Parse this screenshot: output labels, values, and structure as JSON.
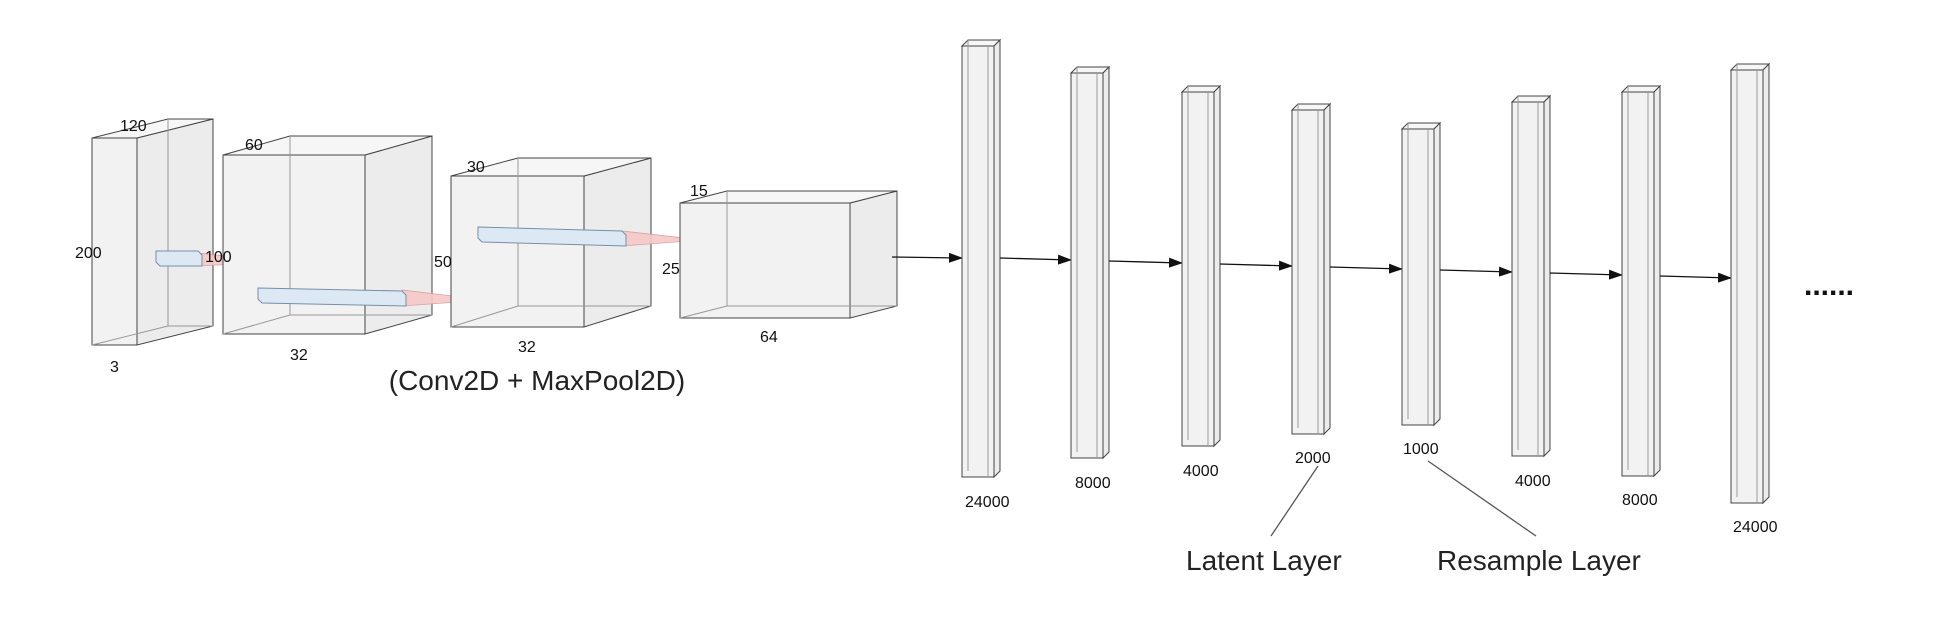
{
  "conv_blocks": [
    {
      "depth": "3",
      "width": "120",
      "height": "200"
    },
    {
      "depth": "32",
      "width": "60",
      "height": "100"
    },
    {
      "depth": "32",
      "width": "30",
      "height": "50"
    },
    {
      "depth": "64",
      "width": "15",
      "height": "25"
    }
  ],
  "conv_caption": "(Conv2D + MaxPool2D)",
  "dense_layers": [
    {
      "size": "24000"
    },
    {
      "size": "8000"
    },
    {
      "size": "4000"
    },
    {
      "size": "2000"
    },
    {
      "size": "1000"
    },
    {
      "size": "4000"
    },
    {
      "size": "8000"
    },
    {
      "size": "24000"
    }
  ],
  "annotations": {
    "latent": "Latent Layer",
    "resample": "Resample Layer"
  },
  "continuation": "......"
}
